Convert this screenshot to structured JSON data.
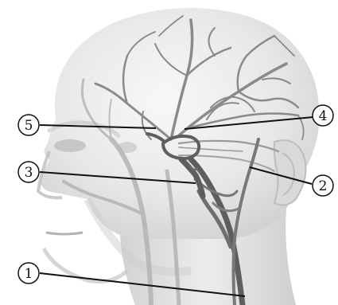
{
  "markers": [
    {
      "id": "m1",
      "text": "1"
    },
    {
      "id": "m2",
      "text": "2"
    },
    {
      "id": "m3",
      "text": "3"
    },
    {
      "id": "m4",
      "text": "4"
    },
    {
      "id": "m5",
      "text": "5"
    }
  ],
  "colors": {
    "background": "#ffffff",
    "skin_light": "#efefef",
    "skin_mid": "#d6d6d6",
    "skin_shadow": "#b9b9b9",
    "vessel_dark": "#5e5e5e",
    "vessel_mid": "#8a8a8a",
    "vessel_light": "#b4b4b4",
    "leader_line": "#111111"
  },
  "icons": [
    "head-illustration",
    "brain-artery-network",
    "neck-artery",
    "ear"
  ]
}
